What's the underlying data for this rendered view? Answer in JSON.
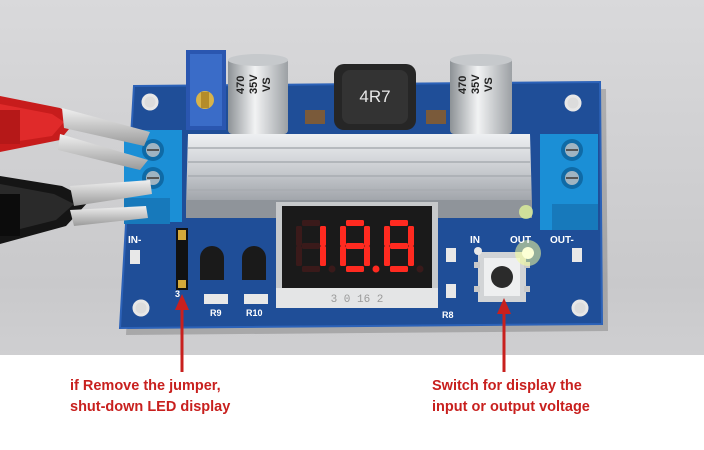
{
  "photo": {
    "inductor_label": "4R7",
    "capacitor_left": {
      "line1": "470",
      "line2": "35V",
      "line3": "VS"
    },
    "capacitor_right": {
      "line1": "470",
      "line2": "35V",
      "line3": "VS"
    },
    "display_readout": "18.8",
    "display_underside_text": "3 0 16 2",
    "labels": {
      "in_minus": "IN-",
      "out_minus": "OUT-",
      "in": "IN",
      "out": "OUT",
      "r9": "R9",
      "r10": "R10",
      "r8": "R8",
      "jumper_marker": "3"
    }
  },
  "annotations": {
    "left": {
      "line1": "if Remove the jumper,",
      "line2": "shut-down LED display"
    },
    "right": {
      "line1": "Switch for display the",
      "line2": "input or output voltage"
    }
  },
  "colors": {
    "pcb": "#1f4e98",
    "terminal": "#1b8fd6",
    "segment_on": "#ff2a20",
    "annotation": "#c8201e"
  }
}
